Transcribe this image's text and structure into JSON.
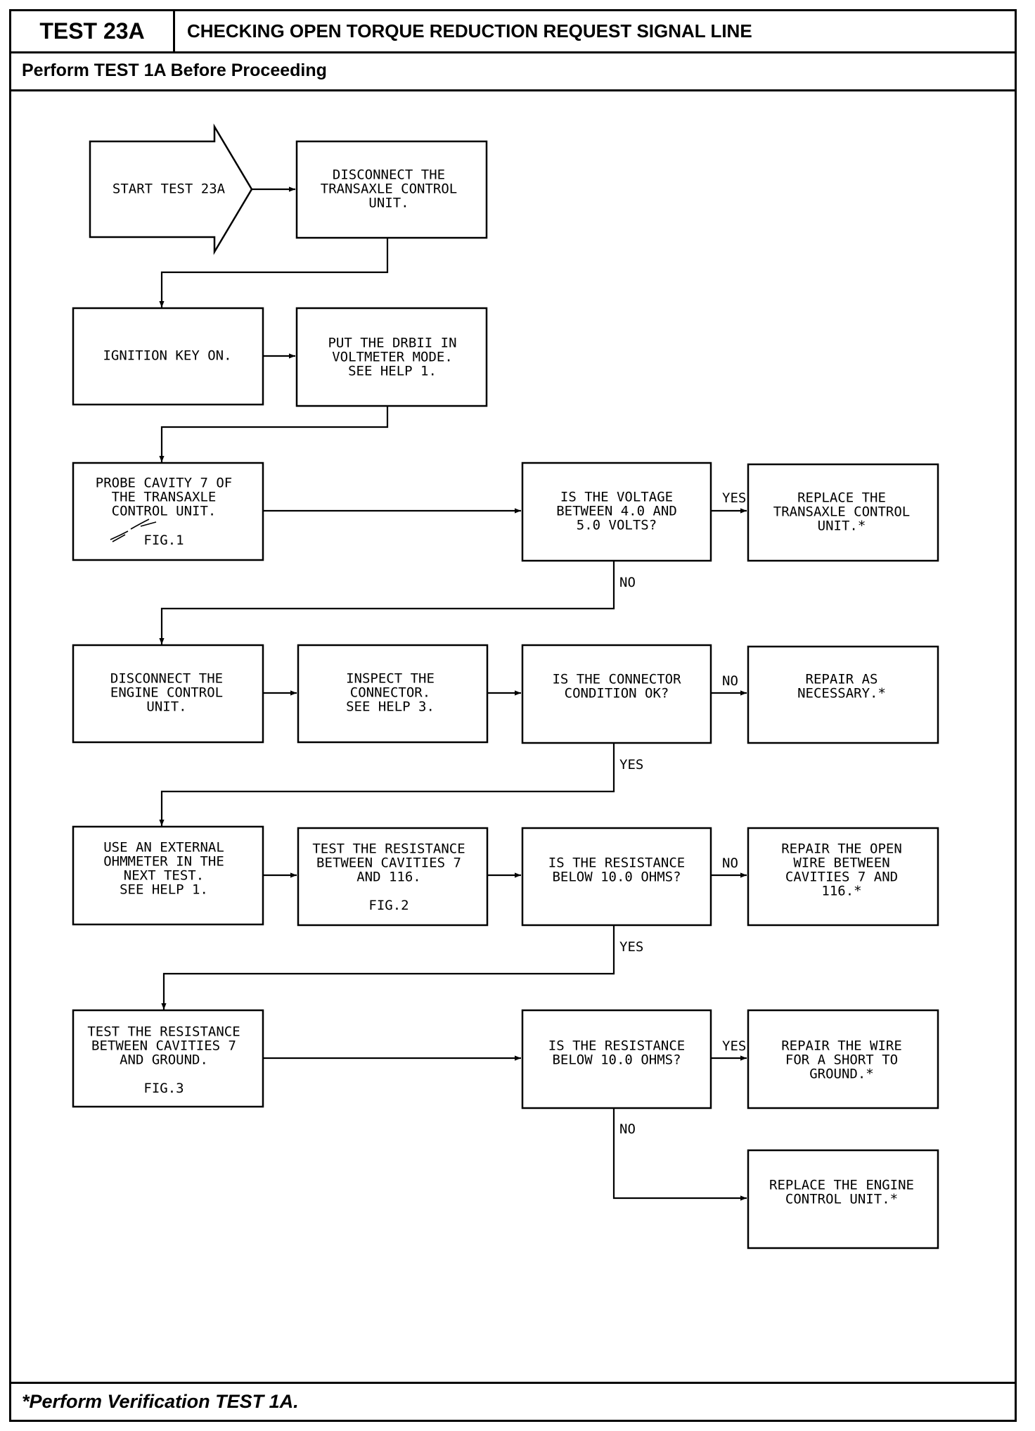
{
  "header": {
    "test_id": "TEST 23A",
    "title": "CHECKING OPEN TORQUE REDUCTION REQUEST SIGNAL LINE",
    "prerequisite": "Perform TEST 1A Before Proceeding"
  },
  "flowchart": {
    "start": [
      "START TEST 23A"
    ],
    "disconnect_tcu": [
      "DISCONNECT THE",
      "TRANSAXLE CONTROL",
      "UNIT."
    ],
    "ignition_on": [
      "IGNITION KEY ON."
    ],
    "drbii_voltmeter": [
      "PUT THE DRBII IN",
      "VOLTMETER MODE.",
      "SEE HELP 1."
    ],
    "probe_cavity": [
      "PROBE CAVITY 7 OF",
      "THE TRANSAXLE",
      "CONTROL UNIT."
    ],
    "probe_fig": "FIG.1",
    "voltage_question": [
      "IS THE VOLTAGE",
      "BETWEEN 4.0 AND",
      "5.0 VOLTS?"
    ],
    "replace_tcu": [
      "REPLACE THE",
      "TRANSAXLE CONTROL",
      "UNIT.*"
    ],
    "disconnect_ecu": [
      "DISCONNECT THE",
      "ENGINE CONTROL",
      "UNIT."
    ],
    "inspect_connector": [
      "INSPECT THE",
      "CONNECTOR.",
      "SEE HELP 3."
    ],
    "connector_question": [
      "IS THE CONNECTOR",
      "CONDITION OK?"
    ],
    "repair_necessary": [
      "REPAIR AS",
      "NECESSARY.*"
    ],
    "external_ohmmeter": [
      "USE AN EXTERNAL",
      "OHMMETER IN THE",
      "NEXT TEST.",
      "SEE HELP 1."
    ],
    "test_resistance_116": [
      "TEST THE RESISTANCE",
      "BETWEEN CAVITIES 7",
      "AND 116."
    ],
    "test_resistance_116_fig": "FIG.2",
    "resistance_question_1": [
      "IS THE RESISTANCE",
      "BELOW 10.0 OHMS?"
    ],
    "repair_open_wire": [
      "REPAIR THE OPEN",
      "WIRE BETWEEN",
      "CAVITIES 7 AND",
      "116.*"
    ],
    "test_resistance_ground": [
      "TEST THE RESISTANCE",
      "BETWEEN CAVITIES 7",
      "AND GROUND."
    ],
    "test_resistance_ground_fig": "FIG.3",
    "resistance_question_2": [
      "IS THE RESISTANCE",
      "BELOW 10.0 OHMS?"
    ],
    "repair_short": [
      "REPAIR THE WIRE",
      "FOR A SHORT TO",
      "GROUND.*"
    ],
    "replace_ecu": [
      "REPLACE THE ENGINE",
      "CONTROL UNIT.*"
    ],
    "labels": {
      "yes_voltage": "YES",
      "no_voltage": "NO",
      "no_connector": "NO",
      "yes_connector": "YES",
      "no_resistance_1": "NO",
      "yes_resistance_1": "YES",
      "yes_resistance_2": "YES",
      "no_resistance_2": "NO"
    }
  },
  "footer": {
    "note": "*Perform Verification TEST 1A."
  }
}
